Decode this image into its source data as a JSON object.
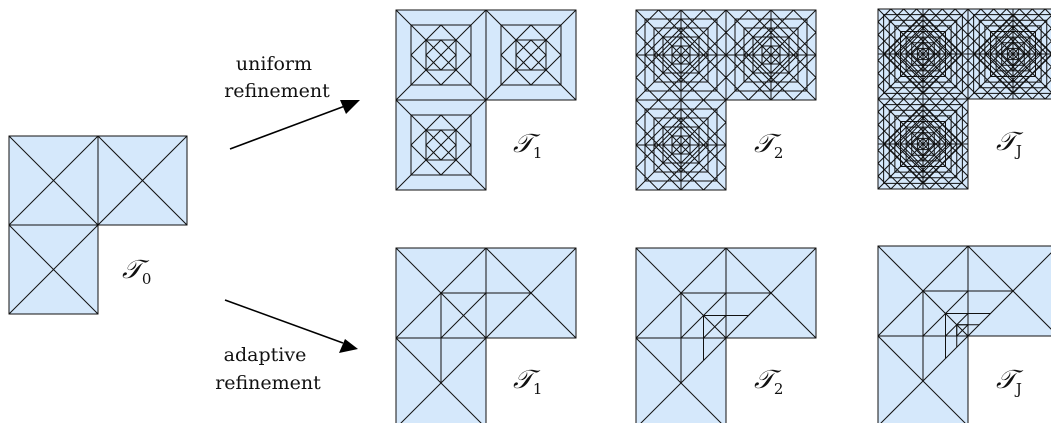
{
  "colors": {
    "cell_fill": "#d5e8fb",
    "edge": "#111111"
  },
  "captions": {
    "uniform": [
      "uniform",
      "refinement"
    ],
    "adaptive": [
      "adaptive",
      "refinement"
    ]
  },
  "meshes": {
    "initial": {
      "symbol": "𝒯",
      "sub": "0"
    },
    "uniform": [
      {
        "symbol": "𝒯",
        "sub": "1",
        "depth": 2
      },
      {
        "symbol": "𝒯",
        "sub": "2",
        "depth": 4
      },
      {
        "symbol": "𝒯",
        "sub": "J",
        "depth": 7
      }
    ],
    "adaptive": [
      {
        "symbol": "𝒯",
        "sub": "1"
      },
      {
        "symbol": "𝒯",
        "sub": "2"
      },
      {
        "symbol": "𝒯",
        "sub": "J"
      }
    ]
  }
}
